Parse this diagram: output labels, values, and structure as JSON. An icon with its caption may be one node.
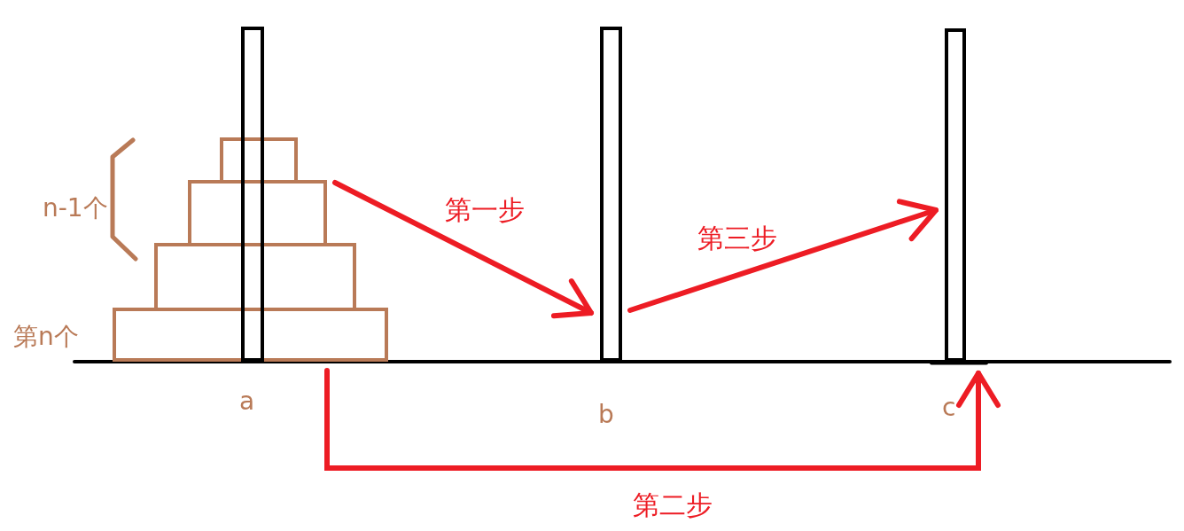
{
  "diagram": {
    "nodes": [
      {
        "text": [],
        "shape": "bar",
        "beside": [
          "a"
        ]
      },
      {
        "text": [],
        "shape": "box"
      },
      {
        "text": [],
        "shape": "box"
      },
      {
        "text": [],
        "shape": "box"
      },
      {
        "text": [],
        "shape": "box",
        "beside": [
          "第n个"
        ]
      },
      {
        "text": [],
        "shape": "bar",
        "beside": [
          "b"
        ]
      },
      {
        "text": [],
        "shape": "bar",
        "beside": [
          "c"
        ]
      }
    ],
    "edges": [
      {
        "from": 2,
        "to": 5,
        "arrow": "to",
        "label": "第一步"
      },
      {
        "from": 4,
        "to": 6,
        "arrow": "to",
        "label": "第二步"
      },
      {
        "from": 5,
        "to": 6,
        "arrow": "to",
        "label": "第三步"
      }
    ],
    "labels": [
      "n-1个"
    ]
  }
}
